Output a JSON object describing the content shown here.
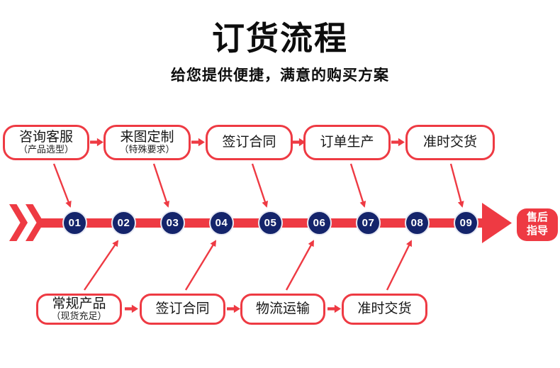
{
  "colors": {
    "accent_red": "#ee3a43",
    "step_navy": "#14246b",
    "title_text": "#0d0d0d",
    "step_number_text": "#ffffff"
  },
  "header": {
    "title": "订货流程",
    "subtitle": "给您提供便捷，满意的购买方案"
  },
  "process": {
    "top_row": [
      {
        "title": "咨询客服",
        "note": "（产品选型）",
        "connects_to": "01"
      },
      {
        "title": "来图定制",
        "note": "（特殊要求）",
        "connects_to": "03"
      },
      {
        "title": "签订合同",
        "connects_to": "05"
      },
      {
        "title": "订单生产",
        "connects_to": "07"
      },
      {
        "title": "准时交货",
        "connects_to": "09"
      }
    ],
    "bottom_row": [
      {
        "title": "常规产品",
        "note": "（现货充足）",
        "connects_to": "02"
      },
      {
        "title": "签订合同",
        "connects_to": "04"
      },
      {
        "title": "物流运输",
        "connects_to": "06"
      },
      {
        "title": "准时交货",
        "connects_to": "08"
      }
    ],
    "timeline_steps": [
      "01",
      "02",
      "03",
      "04",
      "05",
      "06",
      "07",
      "08",
      "09"
    ],
    "end_badge": {
      "line1": "售后",
      "line2": "指导"
    }
  }
}
